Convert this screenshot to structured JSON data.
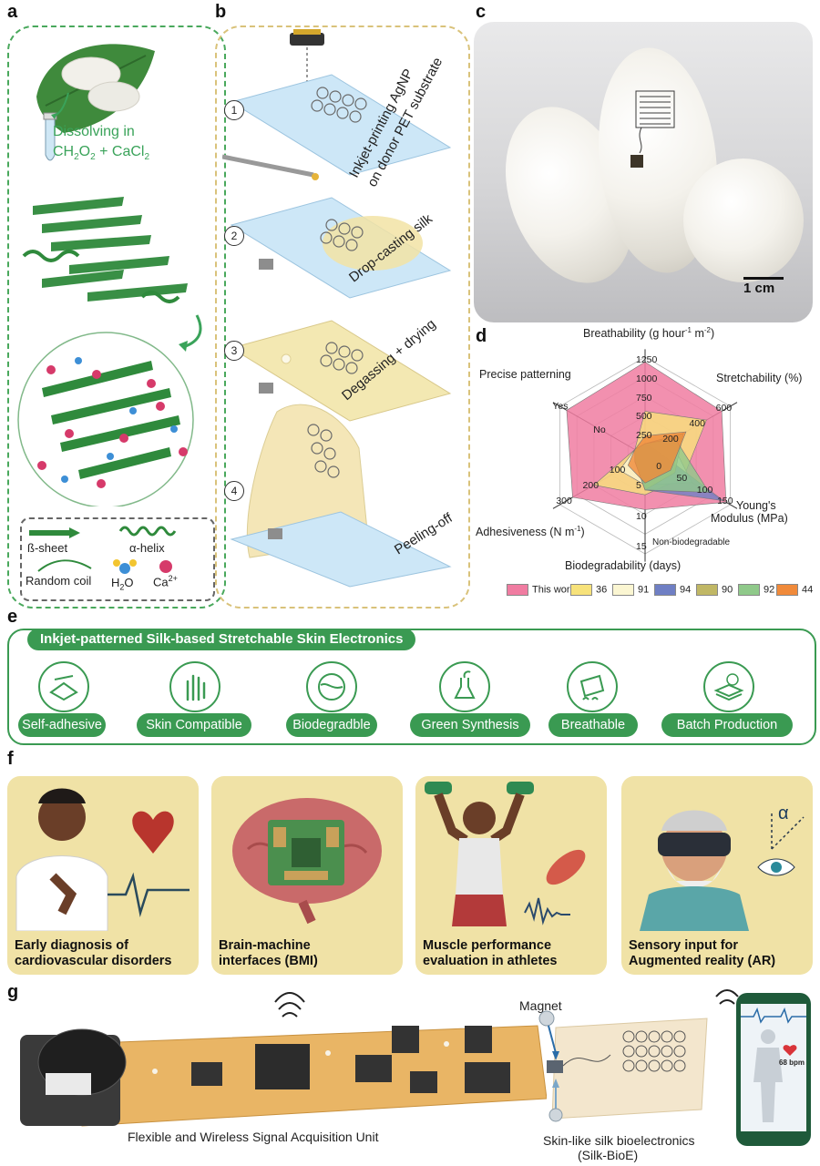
{
  "panel_labels": {
    "a": "a",
    "b": "b",
    "c": "c",
    "d": "d",
    "e": "e",
    "f": "f",
    "g": "g"
  },
  "panel_a": {
    "dissolving_text": "Dissolving in",
    "formula": {
      "ch": "CH",
      "sub2a": "2",
      "o": "O",
      "sub2b": "2",
      "plus_cacl": " + CaCl",
      "sub2c": "2"
    },
    "legend": {
      "beta_sheet": "ß-sheet",
      "alpha_helix": "α-helix",
      "random_coil": "Random coil",
      "water": "H",
      "water_sub": "2",
      "water_o": "O",
      "calcium": "Ca",
      "calcium_sup": "2+"
    }
  },
  "panel_b": {
    "steps": [
      {
        "num": "1",
        "text_line1": "Inkjet-printing AgNP",
        "text_line2": "on donor PET substrate"
      },
      {
        "num": "2",
        "text_line1": "Drop-casting silk"
      },
      {
        "num": "3",
        "text_line1": "Degassing + drying"
      },
      {
        "num": "4",
        "text_line1": "Peeling-off"
      }
    ]
  },
  "panel_c": {
    "scale_label": "1 cm"
  },
  "chart_data": {
    "type": "radar",
    "axes": [
      {
        "name": "Breathability (g hour",
        "sup1": "-1",
        "mid": " m",
        "sup2": "-2",
        "end": ")",
        "ticks": [
          "250",
          "500",
          "750",
          "1000",
          "1250"
        ]
      },
      {
        "name": "Stretchability (%)",
        "ticks": [
          "200",
          "400",
          "600"
        ]
      },
      {
        "name": "Young's",
        "name2": "Modulus (MPa)",
        "ticks": [
          "0",
          "50",
          "100",
          "150"
        ]
      },
      {
        "name": "Biodegradability (days)",
        "ticks": [
          "5",
          "10",
          "15"
        ],
        "annotation": "Non-biodegradable"
      },
      {
        "name": "Adhesiveness (N m",
        "sup": "-1",
        "end": ")",
        "ticks": [
          "100",
          "200",
          "300"
        ]
      },
      {
        "name": "Precise patterning",
        "ticks": [
          "No",
          "Yes"
        ]
      }
    ],
    "series": [
      {
        "name": "This work",
        "color": "#f07ca1"
      },
      {
        "name": "36",
        "color": "#f7e27a"
      },
      {
        "name": "91",
        "color": "#fbf6d2"
      },
      {
        "name": "94",
        "color": "#6f7fc4"
      },
      {
        "name": "90",
        "color": "#c0b765"
      },
      {
        "name": "92",
        "color": "#8fc98a"
      },
      {
        "name": "44",
        "color": "#f08a3a"
      }
    ]
  },
  "panel_e": {
    "title": "Inkjet-patterned Silk-based Stretchable Skin Electronics",
    "features": [
      "Self-adhesive",
      "Skin Compatible",
      "Biodegradble",
      "Green Synthesis",
      "Breathable",
      "Batch Production"
    ]
  },
  "panel_f": {
    "cards": [
      {
        "line1": "Early diagnosis of",
        "line2": "cardiovascular disorders"
      },
      {
        "line1": "Brain-machine",
        "line2": "interfaces (BMI)"
      },
      {
        "line1": "Muscle performance",
        "line2": "evaluation in athletes"
      },
      {
        "line1": "Sensory input for",
        "line2": "Augmented reality (AR)"
      }
    ],
    "alpha": "α"
  },
  "panel_g": {
    "unit_label": "Flexible and Wireless Signal Acquisition Unit",
    "magnet_label": "Magnet",
    "bioe_line1": "Skin-like silk bioelectronics",
    "bioe_line2": "(Silk-BioE)",
    "bpm": "68 bpm"
  }
}
